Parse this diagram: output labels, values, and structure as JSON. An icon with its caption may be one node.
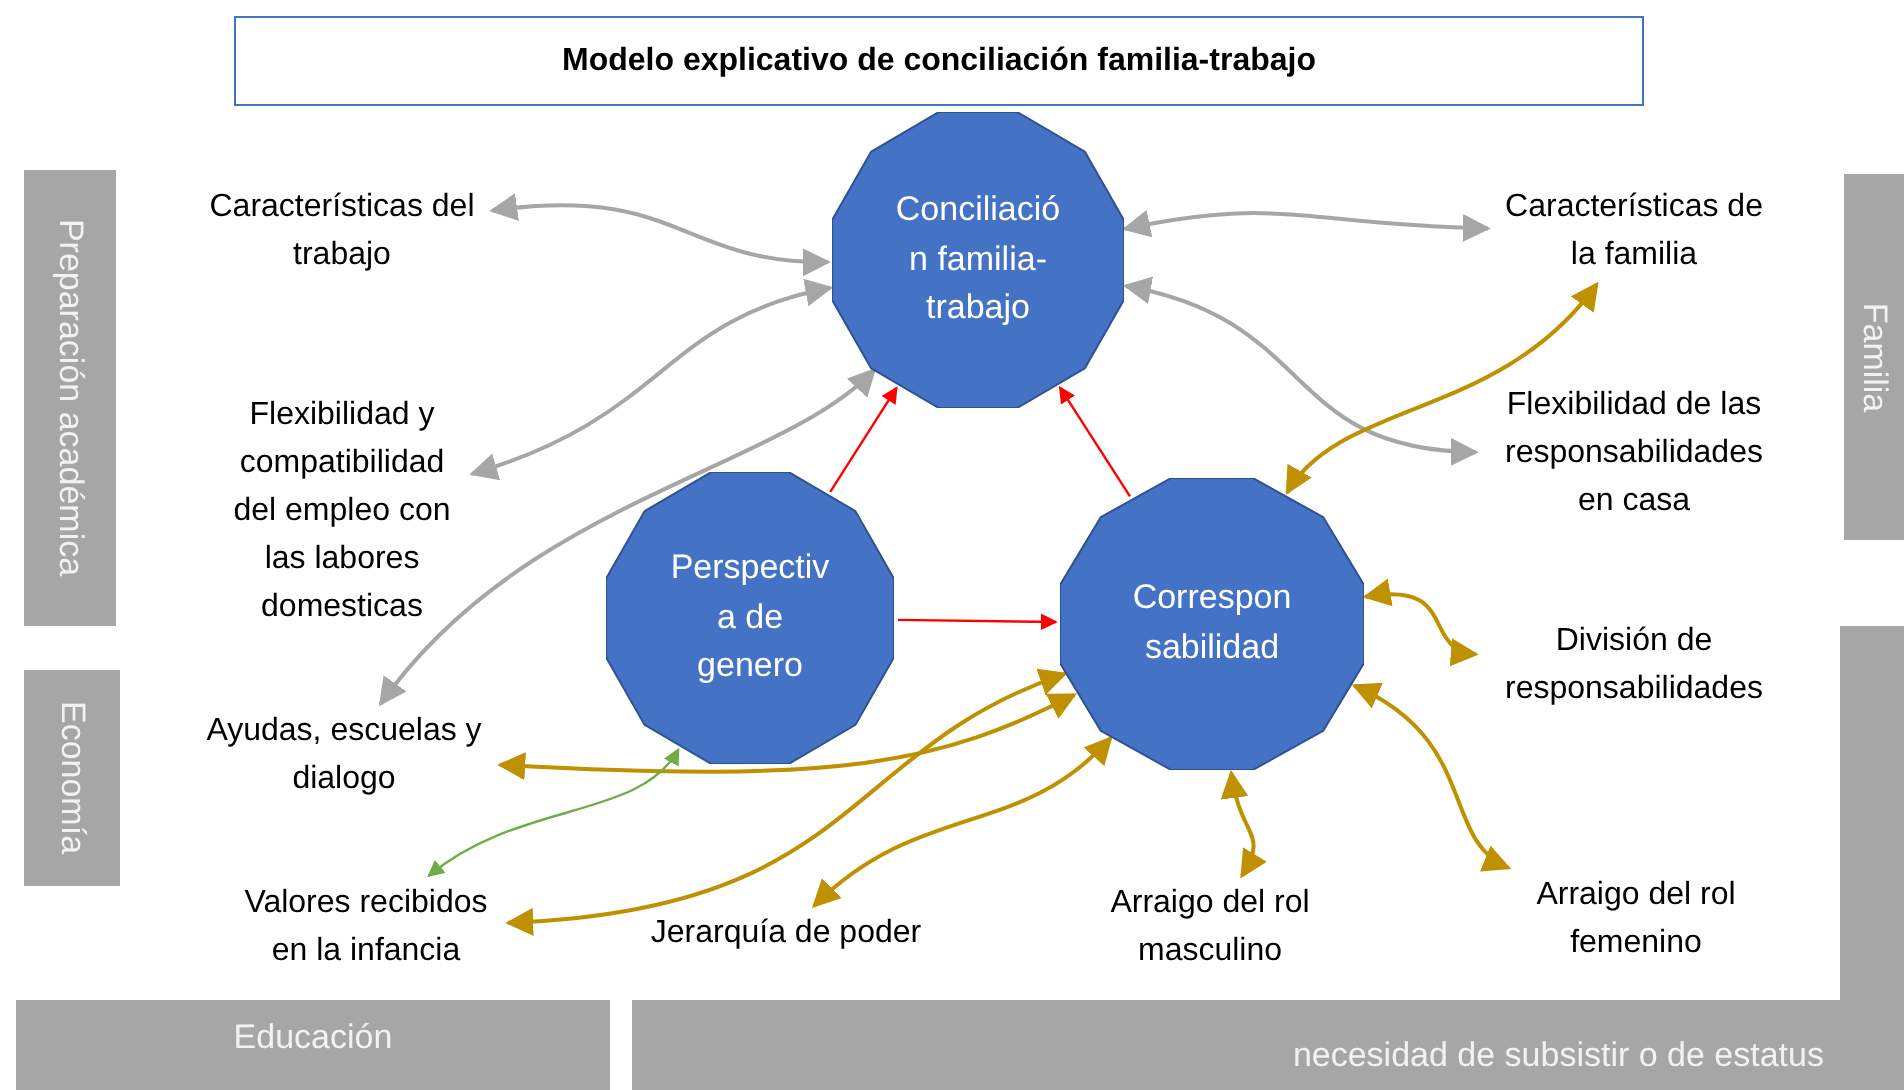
{
  "diagram": {
    "title": "Modelo explicativo de conciliación familia-trabajo",
    "nodes": [
      {
        "text": [
          "Preparación académica"
        ]
      },
      {
        "text": [
          "Economía"
        ]
      },
      {
        "text": [
          "Familia"
        ]
      },
      {
        "text": [
          "Educación"
        ]
      },
      {
        "text": [
          "necesidad de subsistir o de estatus"
        ]
      },
      {
        "text": [
          "Conciliación familia-trabajo"
        ]
      },
      {
        "text": [
          "Perspectiva de genero"
        ]
      },
      {
        "text": [
          "Corresponsabilidad"
        ]
      },
      {
        "text": [
          "Características del trabajo"
        ]
      },
      {
        "text": [
          "Flexibilidad y compatibilidad del empleo con las labores domesticas"
        ]
      },
      {
        "text": [
          "Ayudas, escuelas y dialogo"
        ]
      },
      {
        "text": [
          "Valores recibidos en la infancia"
        ]
      },
      {
        "text": [
          "Jerarquía de poder"
        ]
      },
      {
        "text": [
          "Arraigo del rol masculino"
        ]
      },
      {
        "text": [
          "Arraigo del rol femenino"
        ]
      },
      {
        "text": [
          "División de responsabilidades"
        ]
      },
      {
        "text": [
          "Flexibilidad de las responsabilidades en casa"
        ]
      },
      {
        "text": [
          "Características de la familia"
        ]
      },
      {
        "text": [],
        "shape": "bar"
      }
    ],
    "edges": [
      {
        "from": 8,
        "to": 5,
        "arrow": "both",
        "color": "#a6a6a6"
      },
      {
        "from": 9,
        "to": 5,
        "arrow": "both",
        "color": "#a6a6a6"
      },
      {
        "from": 10,
        "to": 5,
        "arrow": "both",
        "color": "#a6a6a6"
      },
      {
        "from": 17,
        "to": 5,
        "arrow": "both",
        "color": "#a6a6a6"
      },
      {
        "from": 16,
        "to": 5,
        "arrow": "both",
        "color": "#a6a6a6"
      },
      {
        "from": 7,
        "to": 17,
        "arrow": "both"
      },
      {
        "from": 7,
        "to": 15,
        "arrow": "both"
      },
      {
        "from": 7,
        "to": 10,
        "arrow": "both"
      },
      {
        "from": 7,
        "to": 11,
        "arrow": "both"
      },
      {
        "from": 7,
        "to": 12,
        "arrow": "both"
      },
      {
        "from": 7,
        "to": 13,
        "arrow": "both"
      },
      {
        "from": 7,
        "to": 14,
        "arrow": "both"
      },
      {
        "from": 6,
        "to": 11,
        "arrow": "both",
        "color": "#70ad47"
      },
      {
        "from": 6,
        "to": 5,
        "arrow": "to",
        "color": "#ff0000"
      },
      {
        "from": 7,
        "to": 5,
        "arrow": "to",
        "color": "#ff0000"
      },
      {
        "from": 6,
        "to": 7,
        "arrow": "to",
        "color": "#ff0000"
      }
    ]
  }
}
